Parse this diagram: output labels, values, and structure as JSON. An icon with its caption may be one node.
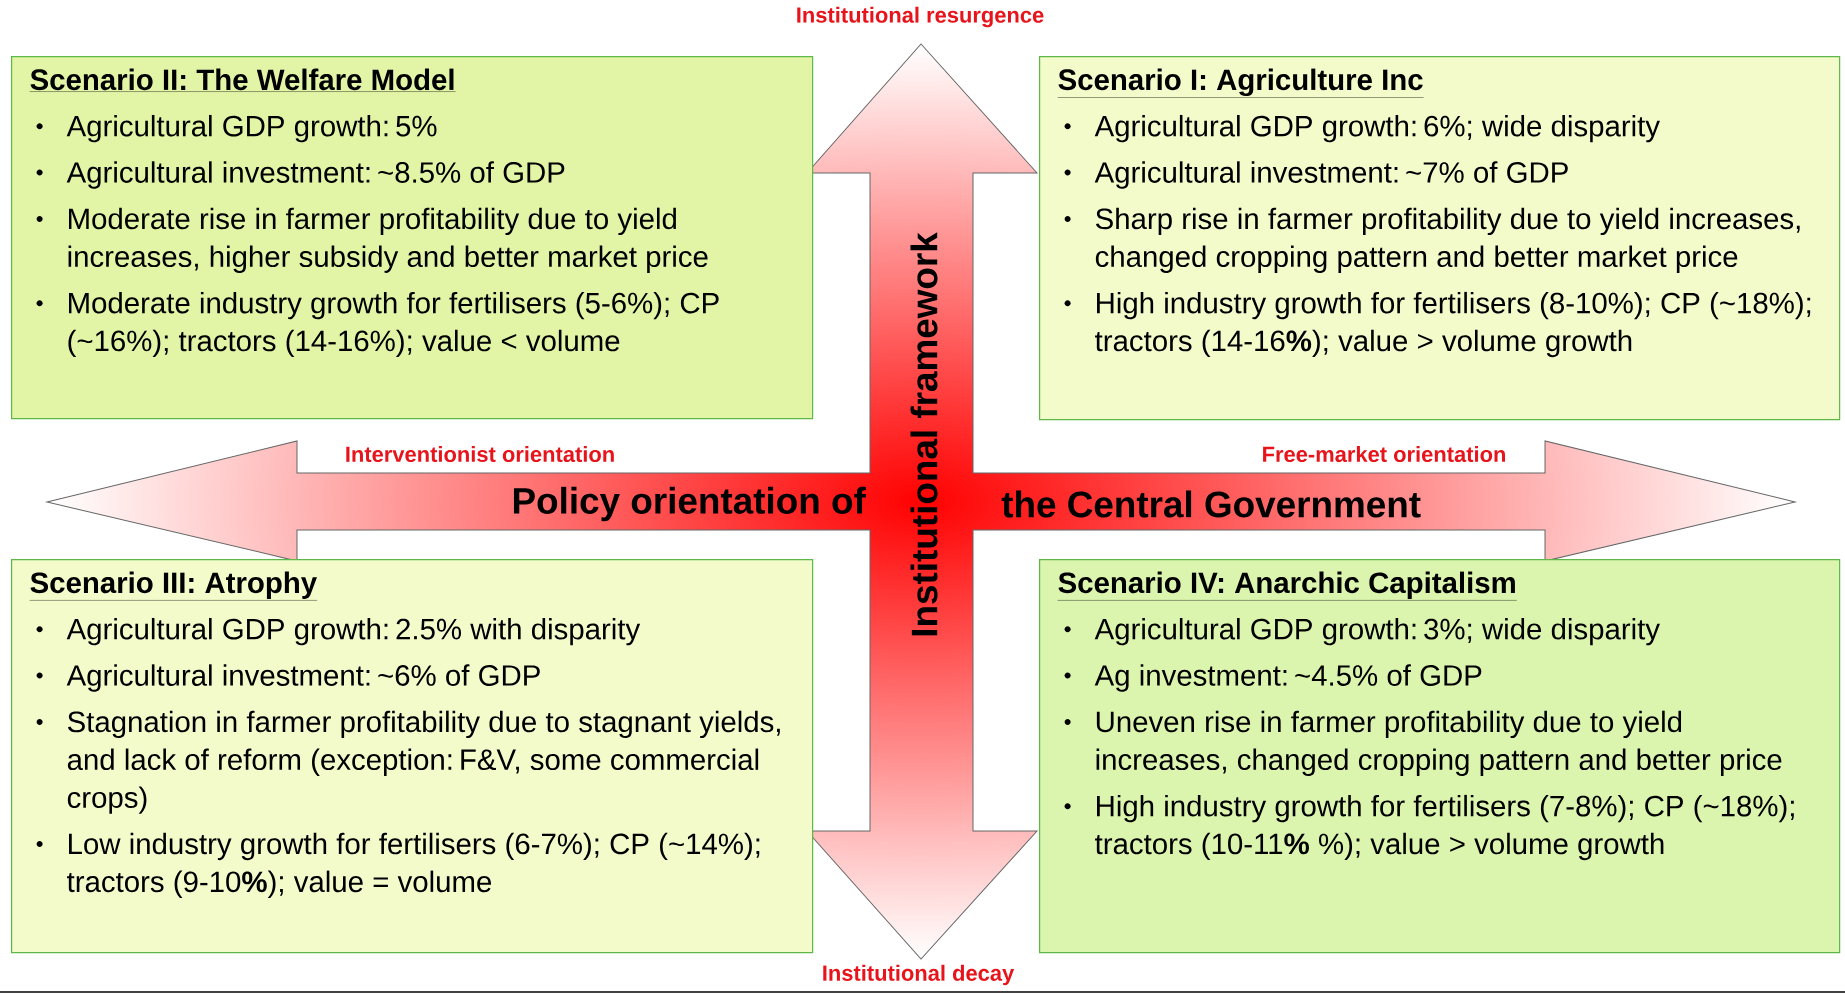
{
  "diagram": {
    "nodes": [
      {
        "text": [
          "Scenario II: The Welfare Model",
          "Agricultural GDP growth: 5%",
          "Agricultural investment: ~8.5% of GDP",
          "Moderate rise in farmer profitability due to yield increases, higher subsidy and better market price",
          "Moderate industry growth for fertilisers (5-6%); CP (~16%); tractors (14-16%); value < volume"
        ]
      },
      {
        "text": [
          "Scenario I: Agriculture Inc",
          "Agricultural GDP growth: 6%; wide disparity",
          "Agricultural investment: ~7% of GDP",
          "Sharp rise in farmer profitability due to yield increases, changed cropping pattern and better market price",
          "High industry growth for fertilisers (8-10%); CP (~18%); tractors (14-16**%**); value > volume growth"
        ]
      },
      {
        "text": [
          "Scenario III: Atrophy",
          "Agricultural GDP growth: 2.5% with disparity",
          "Agricultural investment: ~6% of GDP",
          "Stagnation in farmer profitability due to stagnant yields, and lack of reform (exception: F&V, some commercial crops)",
          "Low industry growth for fertilisers (6-7%); CP (~14%); tractors (9-10**%**); value = volume"
        ]
      },
      {
        "text": [
          "Scenario IV: Anarchic Capitalism",
          "Agricultural GDP growth: 3%; wide disparity",
          "Ag investment: ~4.5% of GDP",
          "Uneven rise in farmer profitability due to yield increases, changed cropping pattern and better price",
          "High industry growth for fertilisers (7-8%); CP (~18%); tractors (10-11**%** %); value > volume growth"
        ]
      }
    ],
    "labels": [
      "Institutional resurgence",
      "Interventionist orientation",
      "Free-market orientation",
      "Policy orientation of",
      "Institutional framework",
      "the Central Government",
      "Institutional decay"
    ]
  }
}
